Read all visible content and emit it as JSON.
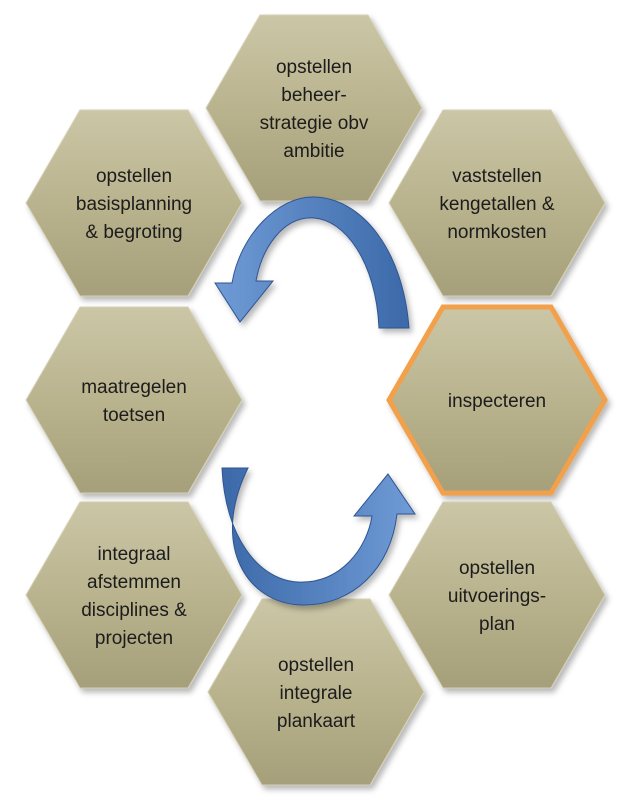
{
  "colors": {
    "hex_fill": "#b9b38e",
    "hex_fill_light": "#cbc6a6",
    "hex_fill_dark": "#a59f7a",
    "hex_stroke": "#d6d1b6",
    "highlight_stroke": "#f2a04a",
    "arrow_fill_dark": "#3c69a8",
    "arrow_fill_light": "#6f9bd6",
    "text": "#1a1a1a"
  },
  "hexagons": [
    {
      "id": "beheerstrategie",
      "lines": [
        "opstellen",
        "beheer-",
        "strategie obv",
        "ambitie"
      ],
      "highlighted": false
    },
    {
      "id": "kengetallen",
      "lines": [
        "vaststellen",
        "kengetallen &",
        "normkosten"
      ],
      "highlighted": false
    },
    {
      "id": "inspecteren",
      "lines": [
        "inspecteren"
      ],
      "highlighted": true
    },
    {
      "id": "uitvoeringsplan",
      "lines": [
        "opstellen",
        "uitvoerings-",
        "plan"
      ],
      "highlighted": false
    },
    {
      "id": "plankaart",
      "lines": [
        "opstellen",
        "integrale",
        "plankaart"
      ],
      "highlighted": false
    },
    {
      "id": "afstemmen",
      "lines": [
        "integraal",
        "afstemmen",
        "disciplines  &",
        "projecten"
      ],
      "highlighted": false
    },
    {
      "id": "maatregelen",
      "lines": [
        "maatregelen",
        "toetsen"
      ],
      "highlighted": false
    },
    {
      "id": "basisplanning",
      "lines": [
        "opstellen",
        "basisplanning",
        "& begroting"
      ],
      "highlighted": false
    }
  ],
  "arrows": [
    {
      "id": "arrow-top",
      "direction": "counterclockwise"
    },
    {
      "id": "arrow-bottom",
      "direction": "counterclockwise"
    }
  ]
}
